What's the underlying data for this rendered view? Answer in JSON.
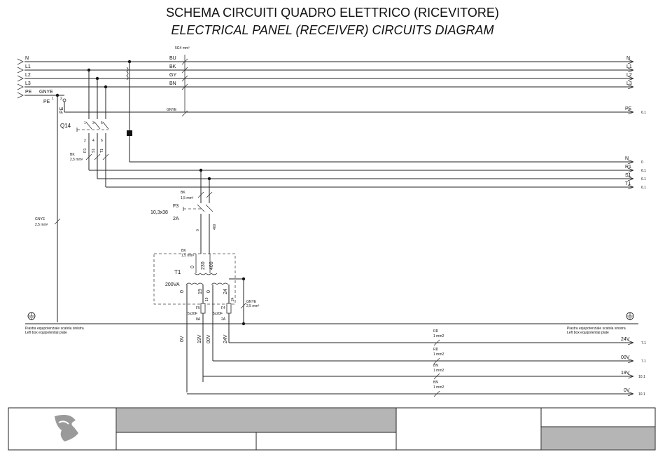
{
  "title": {
    "it": "SCHEMA CIRCUITI QUADRO ELETTRICO (RICEVITORE)",
    "en": "ELECTRICAL PANEL (RECEIVER) CIRCUITS DIAGRAM"
  },
  "cable": {
    "spec": "5G4 mm²"
  },
  "left_lines": [
    "N",
    "L1",
    "L2",
    "L3",
    "PE"
  ],
  "right_lines": [
    "N",
    "L1",
    "L2",
    "L3"
  ],
  "wire_colors": [
    "BU",
    "BK",
    "GY",
    "BN"
  ],
  "pe": {
    "gnye": "GNYE",
    "pe_left": "PE",
    "pe_vertical": "PE",
    "gnye_mid": "GNYE",
    "right": "PE",
    "ref": "6.1",
    "term1": "1",
    "term2": "2"
  },
  "q14": {
    "name": "Q14",
    "top": [
      "1",
      "3",
      "5"
    ],
    "bottom": [
      "2",
      "4",
      "6"
    ],
    "phase": [
      "R1",
      "S1",
      "T1"
    ],
    "wire": "BK",
    "section": "2,5 mm²"
  },
  "outputs": [
    {
      "label": "N",
      "ref": "0"
    },
    {
      "label": "R1",
      "ref": "6.1"
    },
    {
      "label": "S1",
      "ref": "6.1"
    },
    {
      "label": "T1",
      "ref": "6.1"
    }
  ],
  "fuse_f3": {
    "name": "F3",
    "size": "10,3x38",
    "rating": "2A",
    "wire": "BK",
    "section": "1,5 mm²",
    "t0": "0",
    "t400": "400"
  },
  "gnye_left": {
    "wire": "GNYE",
    "section": "2,5 mm²"
  },
  "transformer": {
    "name": "T1",
    "power": "200VA",
    "wire": "BK",
    "section": "1,5 mm²",
    "primary": [
      "0",
      "230",
      "400"
    ],
    "secondary": [
      "0",
      "19",
      "0",
      "24"
    ],
    "sec_small": [
      "19",
      "24"
    ],
    "gnye": "GNYE",
    "gnye_section": "2,5 mm²"
  },
  "fuse_f5": {
    "name": "F5",
    "size": "5x20F",
    "rating": "8A"
  },
  "fuse_f4": {
    "name": "F4",
    "size": "5x20F",
    "rating": "2A"
  },
  "plates": {
    "left_it": "Piastra equipotenziale scatola sinistra",
    "left_en": "Left box equipotential plate",
    "right_it": "Piastra equipotenziale scatola sinistra",
    "right_en": "Left box equipotential plate"
  },
  "low_voltage": {
    "vertical": [
      "0V",
      "19V",
      "00V",
      "24V"
    ],
    "lines": [
      {
        "color": "RD",
        "section": "1 mm2",
        "label": "24V",
        "ref": "7.1"
      },
      {
        "color": "RD",
        "section": "1 mm2",
        "label": "00V",
        "ref": "7.1"
      },
      {
        "color": "BN",
        "section": "1 mm2",
        "label": "19V",
        "ref": "10.1"
      },
      {
        "color": "BN",
        "section": "1 mm2",
        "label": "0V",
        "ref": "10.1"
      }
    ]
  },
  "colors": {
    "line": "#222222",
    "title_block_fill": "#b5b5b5",
    "logo": "#9a9a9a"
  }
}
